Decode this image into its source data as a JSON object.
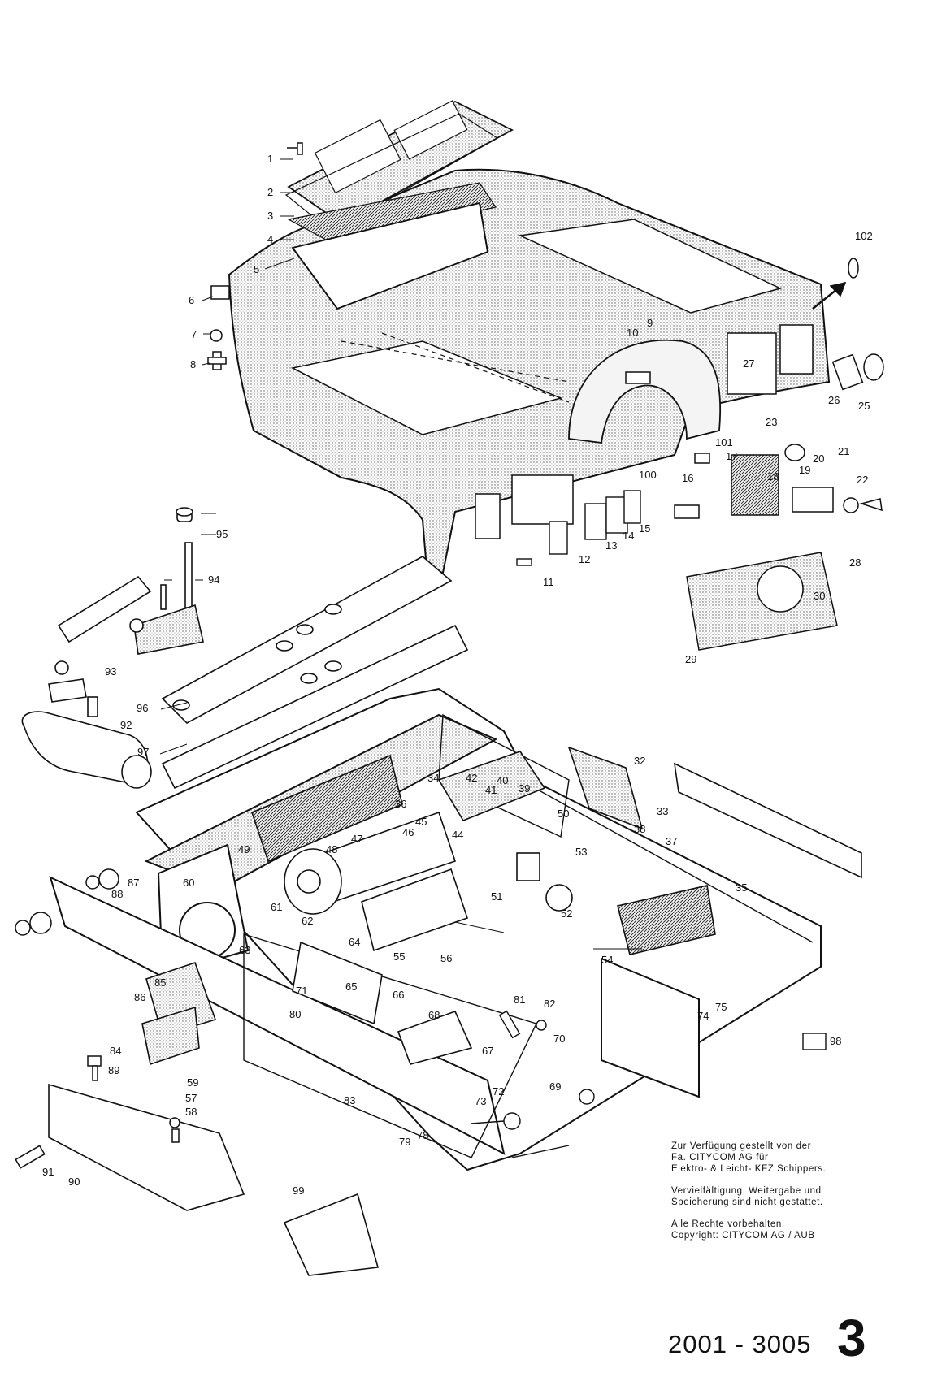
{
  "document": {
    "doc_number": "2001 - 3005",
    "page_number": "3",
    "arrow_reference": "102"
  },
  "copyright": {
    "line1": "Zur Verfügung gestellt von der",
    "line2": "Fa. CITYCOM AG für",
    "line3": "Elektro- & Leicht- KFZ Schippers.",
    "line4": "Vervielfältigung, Weitergabe und",
    "line5": "Speicherung sind nicht gestattet.",
    "line6": "Alle Rechte vorbehalten.",
    "line7": "Copyright: CITYCOM AG / AUB"
  },
  "callouts": [
    "1",
    "2",
    "3",
    "4",
    "5",
    "6",
    "7",
    "8",
    "9",
    "10",
    "11",
    "12",
    "13",
    "14",
    "15",
    "16",
    "17",
    "18",
    "19",
    "20",
    "21",
    "22",
    "23",
    "25",
    "26",
    "27",
    "28",
    "29",
    "30",
    "32",
    "33",
    "34",
    "35",
    "36",
    "37",
    "38",
    "39",
    "40",
    "41",
    "42",
    "44",
    "45",
    "46",
    "47",
    "48",
    "49",
    "50",
    "51",
    "52",
    "53",
    "54",
    "55",
    "56",
    "57",
    "58",
    "59",
    "60",
    "61",
    "62",
    "63",
    "64",
    "65",
    "66",
    "67",
    "68",
    "69",
    "70",
    "71",
    "72",
    "73",
    "74",
    "75",
    "78",
    "79",
    "80",
    "81",
    "82",
    "83",
    "84",
    "85",
    "86",
    "87",
    "88",
    "89",
    "90",
    "91",
    "92",
    "93",
    "94",
    "95",
    "96",
    "97",
    "98",
    "99",
    "100",
    "101"
  ]
}
